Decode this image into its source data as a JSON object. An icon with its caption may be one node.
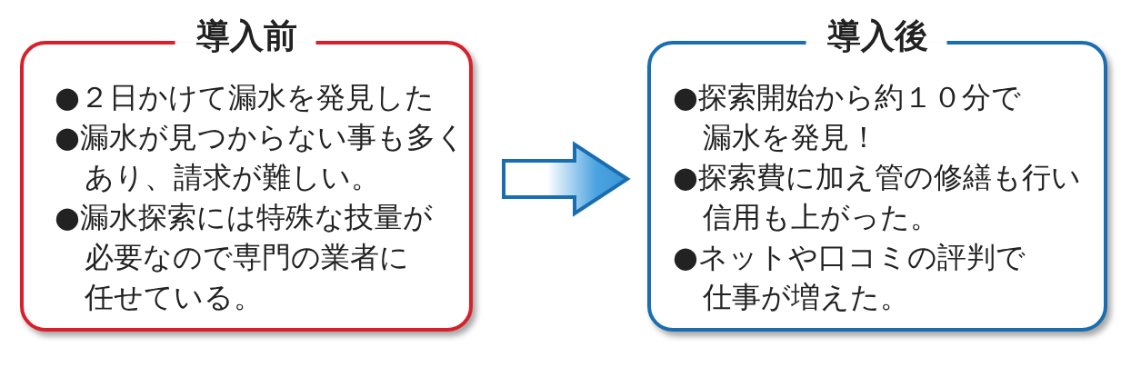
{
  "diagram": {
    "nodes": [
      {
        "text": [
          "導入前",
          "●２日かけて漏水を発見した",
          "●漏水が見つからない事も多くあり、請求が難しい。",
          "●漏水探索には特殊な技量が必要なので専門の業者に任せている。"
        ]
      },
      {
        "text": [
          "導入後",
          "●探索開始から約１０分で漏水を発見！",
          "●探索費に加え管の修繕も行い信用も上がった。",
          "●ネットや口コミの評判で仕事が増えた。"
        ]
      }
    ],
    "edges": [
      {
        "from": 0,
        "to": 1,
        "arrow": "to"
      }
    ]
  }
}
